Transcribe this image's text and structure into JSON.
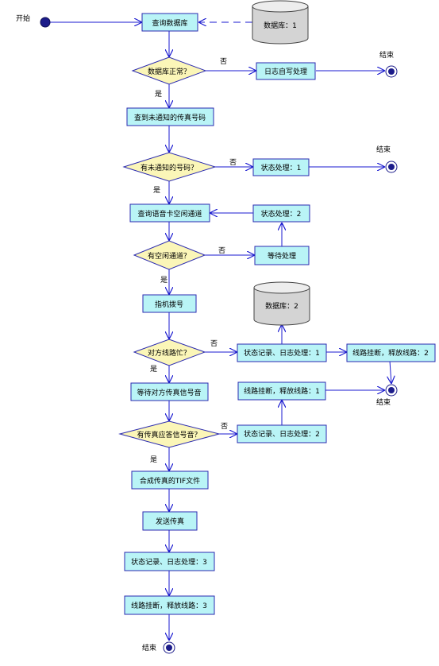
{
  "start_label": "开始",
  "end_label": "结束",
  "yes_label": "是",
  "no_label": "否",
  "nodes": {
    "query_db": "查询数据库",
    "db1": "数据库：1",
    "db_ok": "数据库正常？",
    "log_self": "日志自写处理",
    "find_fax": "查到未通知的传真号码",
    "has_unnotified": "有未通知的号码？",
    "state1": "状态处理：1",
    "query_channel": "查询语音卡空闲通道",
    "state2": "状态处理：2",
    "has_idle": "有空闲通道？",
    "wait": "等待处理",
    "dial": "指机拨号",
    "db2": "数据库：2",
    "busy": "对方线路忙？",
    "record_log1": "状态记录、日志处理：1",
    "hangup2": "线路挂断，释放线路：2",
    "wait_signal": "等待对方传真信号音",
    "hangup1": "线路挂断，释放线路：1",
    "has_signal": "有传真应答信号音？",
    "record_log2": "状态记录、日志处理：2",
    "compose_tif": "合成传真的TIF文件",
    "send_fax": "发送传真",
    "record_log3": "状态记录、日志处理：3",
    "hangup3": "线路挂断，释放线路：3"
  }
}
